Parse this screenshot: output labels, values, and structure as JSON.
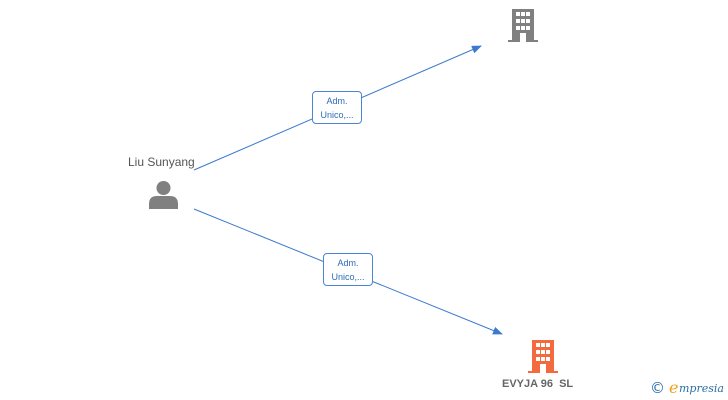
{
  "nodes": {
    "person": {
      "name": "Liu Sunyang",
      "icon": "person-icon"
    },
    "company_top": {
      "name": "",
      "icon": "building-icon",
      "color": "#808080"
    },
    "company_bottom": {
      "name": "EVYJA 96  SL",
      "icon": "building-icon",
      "color": "#f26a3d"
    }
  },
  "edges": [
    {
      "from": "person",
      "to": "company_top",
      "line1": "Adm.",
      "line2": "Unico,..."
    },
    {
      "from": "person",
      "to": "company_bottom",
      "line1": "Adm.",
      "line2": "Unico,..."
    }
  ],
  "colors": {
    "edge": "#3b7ad0",
    "person_icon": "#808080",
    "label_text": "#555555"
  },
  "watermark": {
    "symbol": "©",
    "brand": "Empresia"
  }
}
